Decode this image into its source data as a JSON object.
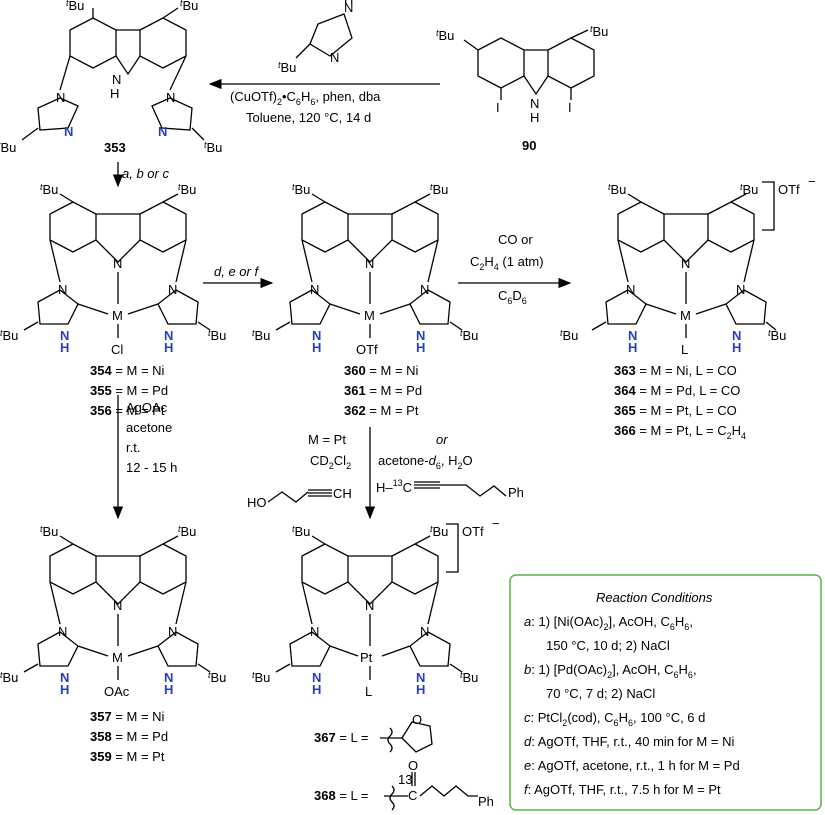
{
  "reagents": {
    "top_l1": "(CuOTf)",
    "top_l1_sub": "2",
    "top_l1_rest": "•C",
    "top_l1_sub2": "6",
    "top_l1_rest2": "H",
    "top_l1_sub3": "6",
    "top_l1_rest3": ", phen, dba",
    "top_l2": "Toluene, 120 °C, 14 d",
    "abc": "a, b or c",
    "def": "d, e or f",
    "co_l1": "CO or",
    "co_l2": "C",
    "co_l2_sub": "2",
    "co_l2_rest": "H",
    "co_l2_sub2": "4",
    "co_l2_rest2": " (1 atm)",
    "co_l3": "C",
    "co_l3_sub": "6",
    "co_l3_rest": "D",
    "co_l3_sub2": "6",
    "agoac_l1": "AgOAc",
    "agoac_l2": "acetone",
    "agoac_l3": "r.t.",
    "agoac_l4": "12 - 15 h",
    "pt_l1": "M = Pt",
    "pt_l2": "CD",
    "pt_l2_sub": "2",
    "pt_l2_rest": "Cl",
    "pt_l2_sub2": "2",
    "or": "or",
    "acetone_l": "acetone-",
    "acetone_d": "d",
    "acetone_6": "6",
    "acetone_r": ", H",
    "acetone_2": "2",
    "acetone_o": "O",
    "ho": "HO",
    "ch": "CH",
    "h13": "H–",
    "c13": "13",
    "c13c": "C",
    "ph": "Ph"
  },
  "compounds": {
    "c353": "353",
    "c90": "90",
    "c354": "354",
    "c355": "355",
    "c356": "356",
    "c354_t": " = M = Ni",
    "c355_t": " = M = Pd",
    "c356_t": " = M = Pt",
    "c360": "360",
    "c361": "361",
    "c362": "362",
    "c363": "363",
    "c364": "364",
    "c365": "365",
    "c366": "366",
    "c363_t": " = M = Ni, L = CO",
    "c364_t": " = M = Pd, L = CO",
    "c365_t": " = M = Pt, L = CO",
    "c366_t": " = M = Pt, L = C",
    "c366_sub": "2",
    "c366_r": "H",
    "c366_sub2": "4",
    "c357": "357",
    "c358": "358",
    "c359": "359",
    "c367": "367",
    "c368": "368",
    "c367_t": " = L =",
    "c368_t": " = L ="
  },
  "atoms": {
    "tBu": "Bu",
    "t": "t",
    "N": "N",
    "H": "H",
    "I": "I",
    "M": "M",
    "Pt": "Pt",
    "Cl": "Cl",
    "OTf": "OTf",
    "OAc": "OAc",
    "L": "L",
    "otf_counter": "OTf",
    "minus": "−",
    "O": "O",
    "c13_label": "13",
    "C": "C"
  },
  "conditions": {
    "title": "Reaction Conditions",
    "a1": "a",
    "a1t": ": 1) [Ni(OAc)",
    "a1s": "2",
    "a1r": "], AcOH, C",
    "a1s2": "6",
    "a1r2": "H",
    "a1s3": "6",
    "a1r3": ",",
    "a2": "150 °C, 10 d; 2) NaCl",
    "b1": "b",
    "b1t": ": 1) [Pd(OAc)",
    "b1s": "2",
    "b1r": "], AcOH, C",
    "b1s2": "6",
    "b1r2": "H",
    "b1s3": "6",
    "b1r3": ",",
    "b2": "70 °C, 7 d; 2) NaCl",
    "c1": "c",
    "c1t": ": PtCl",
    "c1s": "2",
    "c1r": "(cod), C",
    "c1s2": "6",
    "c1r2": "H",
    "c1s3": "6",
    "c1r3": ", 100 °C, 6 d",
    "d1": "d",
    "d1t": ": AgOTf, THF, r.t., 40 min for M = Ni",
    "e1": "e",
    "e1t": ": AgOTf, acetone, r.t., 1 h for M = Pd",
    "f1": "f",
    "f1t": ": AgOTf, THF, r.t., 7.5 h for M = Pt"
  },
  "colors": {
    "nitrogen_blue": "#1f3fd0",
    "box_green": "#59b24a"
  }
}
